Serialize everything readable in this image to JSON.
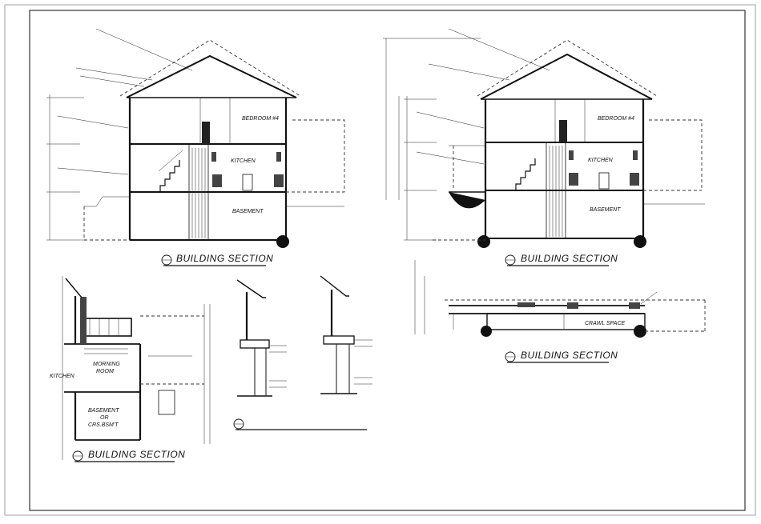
{
  "sections": {
    "s1": {
      "title": "BUILDING SECTION",
      "rooms": {
        "bedroom": "BEDROOM #4",
        "kitchen": "KITCHEN",
        "basement": "BASEMENT"
      }
    },
    "s2": {
      "title": "BUILDING SECTION",
      "rooms": {
        "bedroom": "BEDROOM #4",
        "kitchen": "KITCHEN",
        "basement": "BASEMENT"
      }
    },
    "s3": {
      "title": "BUILDING SECTION",
      "rooms": {
        "morning1": "MORNING",
        "morning2": "ROOM",
        "kitchen": "KITCHEN",
        "base1": "BASEMENT",
        "base2": "OR",
        "base3": "CRS.BSM'T"
      }
    },
    "bay": {
      "title": "BAY WINDOW TRIM DETAILS"
    },
    "s4": {
      "title": "BUILDING SECTION",
      "rooms": {
        "crawl": "CRAWL SPACE"
      }
    }
  },
  "colors": {
    "ink": "#111111",
    "border": "#555555",
    "paper": "#ffffff"
  }
}
